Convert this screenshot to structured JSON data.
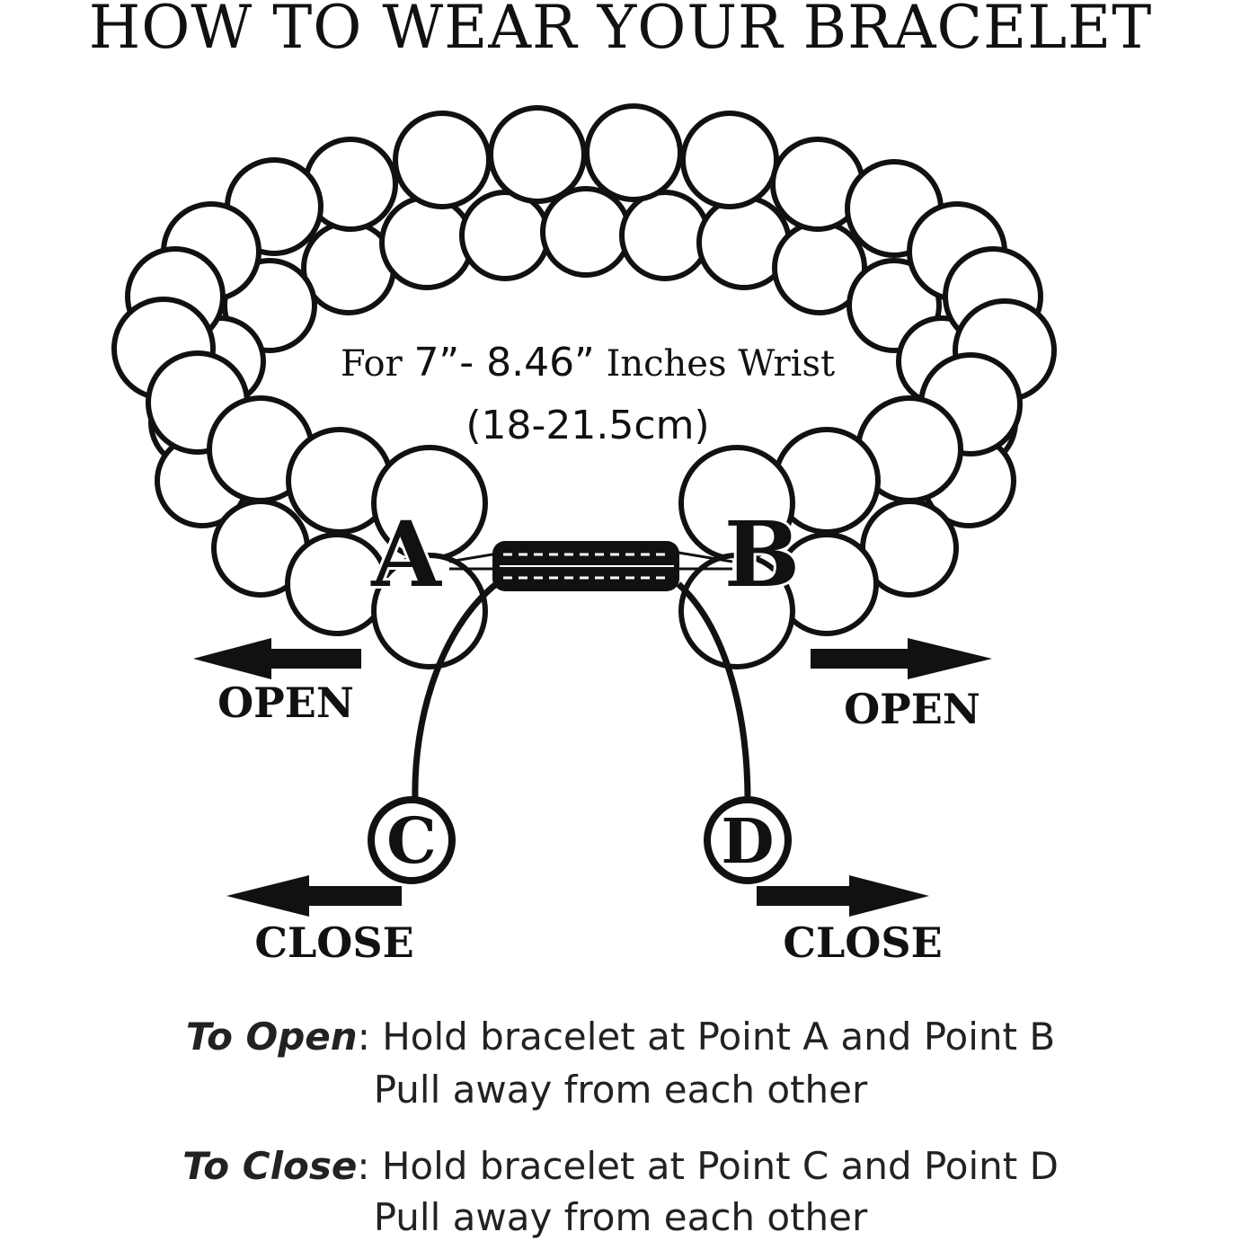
{
  "title": "HOW TO WEAR YOUR BRACELET",
  "size_text": {
    "prefix": "For ",
    "size": "7”- 8.46”",
    "suffix": " Inches Wrist",
    "metric": "(18-21.5cm)"
  },
  "points": {
    "a": "A",
    "b": "B",
    "c": "C",
    "d": "D"
  },
  "arrows": {
    "open_left": "OPEN",
    "open_right": "OPEN",
    "close_left": "CLOSE",
    "close_right": "CLOSE"
  },
  "instructions": {
    "open": {
      "label": "To Open",
      "line1": ": Hold bracelet at Point A and Point B",
      "line2": "Pull away from each other"
    },
    "close": {
      "label": "To Close",
      "line1": ": Hold bracelet at Point C and Point D",
      "line2": "Pull away from each  other"
    }
  },
  "colors": {
    "ink": "#111111",
    "bead_fill": "#ffffff"
  }
}
